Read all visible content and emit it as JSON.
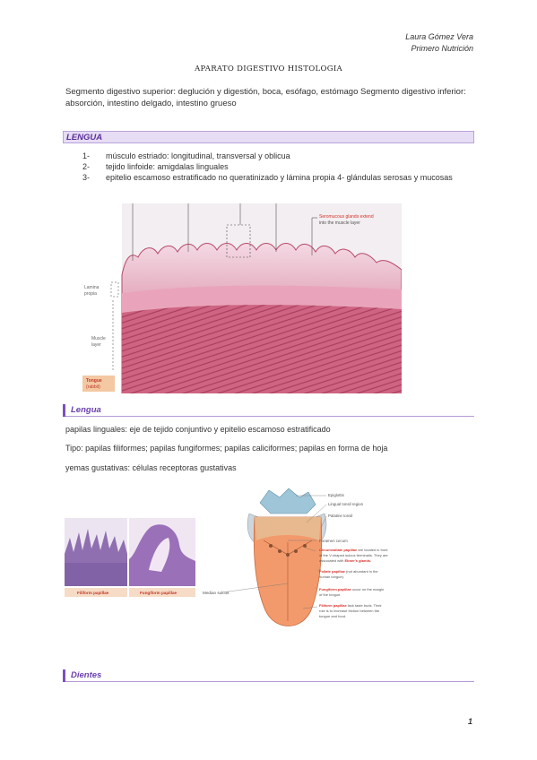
{
  "header": {
    "author": "Laura Gómez Vera",
    "program": "Primero Nutrición"
  },
  "title": "APARATO DIGESTIVO HISTOLOGIA",
  "intro": "Segmento digestivo superior: deglución y digestión, boca, esófago, estómago Segmento digestivo inferior: absorción, intestino delgado, intestino grueso",
  "section1": {
    "heading": "LENGUA",
    "items": [
      {
        "num": "1-",
        "text": "músculo estriado: longitudinal, transversal y oblicua"
      },
      {
        "num": "2-",
        "text": "tejido linfoide: amigdalas linguales"
      },
      {
        "num": "3-",
        "text": "epitelio escamoso estratificado no queratinizado y lámina propia 4- glándulas serosas y mucosas"
      }
    ]
  },
  "figure1": {
    "annotation": "Seromucous glands extend into the muscle layer",
    "annotation_line1": "Seromucous glands extend",
    "annotation_line2": "into the muscle layer",
    "lamina_line1": "Lamina",
    "lamina_line2": "propia",
    "muscle_line1": "Muscle",
    "muscle_line2": "layer",
    "caption_line1": "Tongue",
    "caption_line2": "(rabbit)"
  },
  "section2": {
    "heading": "Lengua",
    "p1": "papilas linguales: eje de tejido conjuntivo y epitelio escamoso estratificado",
    "p2": "Tipo: papilas filiformes; papilas fungiformes; papilas caliciformes; papilas en forma de hoja",
    "p3": "yemas gustativas: células receptoras gustativas"
  },
  "figure2": {
    "filiform_label": "Filiform papillae",
    "fungiform_label": "Fungiform papillae"
  },
  "figure3": {
    "epiglottis": "Epiglottis",
    "lingual_tonsil": "Lingual tonsil region",
    "palatine_tonsil": "Palatine tonsil",
    "foramen_cecum": "Foramen cecum",
    "median_sulcus": "Median sulcus",
    "circumvallate_title": "Circumvallate papillae",
    "circumvallate_line1": " are located in front",
    "circumvallate_line2": "of the V-shaped sulcus terminalis. They are",
    "circumvallate_line3": "associated with ",
    "circumvallate_glands": "Ebner's glands.",
    "foliate_title": "Foliate papillae",
    "foliate_line1": " (not abundant in the",
    "foliate_line2": "human tongue).",
    "fungiform_title": "Fungiform papillae",
    "fungiform_line1": " occur on the margin",
    "fungiform_line2": "of the tongue.",
    "filiform_title": "Filiform papillae",
    "filiform_line1": " lack taste buds. Their",
    "filiform_line2": "role is to increase friction between the",
    "filiform_line3": "tongue and food."
  },
  "section3": {
    "heading": "Dientes"
  },
  "page_number": "1",
  "colors": {
    "accent": "#7a4fc0",
    "section_fill": "#e6dcf3",
    "label_red": "#d9302a",
    "caption_orange": "#f3c8a2"
  }
}
